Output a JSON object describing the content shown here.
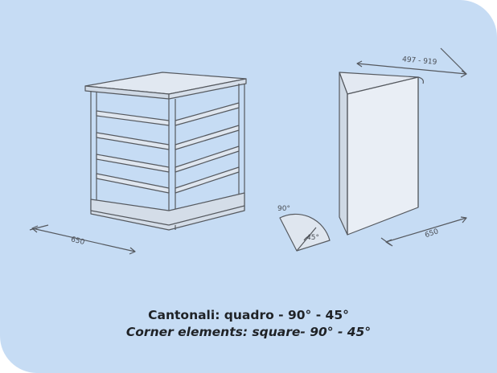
{
  "caption": {
    "italian": "Cantonali: quadro - 90° - 45°",
    "english": "Corner elements: square- 90° - 45°"
  },
  "dimensions": {
    "square_width": "650",
    "corner_length": "497 - 919",
    "corner_depth": "650",
    "angle_90": "90°",
    "angle_45": "45°"
  },
  "colors": {
    "background": "#c6dcf4",
    "line": "#55595f",
    "fill": "#dfe6ef",
    "text": "#1f2226"
  }
}
